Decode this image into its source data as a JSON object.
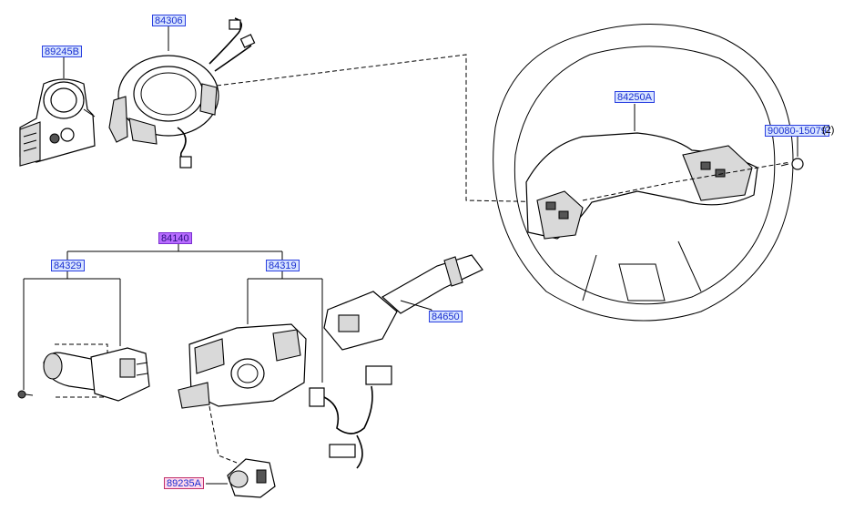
{
  "labels": {
    "p89245B": "89245B",
    "p84306": "84306",
    "p84250A": "84250A",
    "p90080": "90080-15079",
    "p90080_qty": "(2)",
    "p84140": "84140",
    "p84329": "84329",
    "p84319": "84319",
    "p84650": "84650",
    "p89235A": "89235A"
  },
  "colors": {
    "label_bg": "#d8e4ff",
    "label_text": "#1a2fd0",
    "assembly_bg": "#b86cff",
    "highlight_bg": "#ffd8ec"
  }
}
